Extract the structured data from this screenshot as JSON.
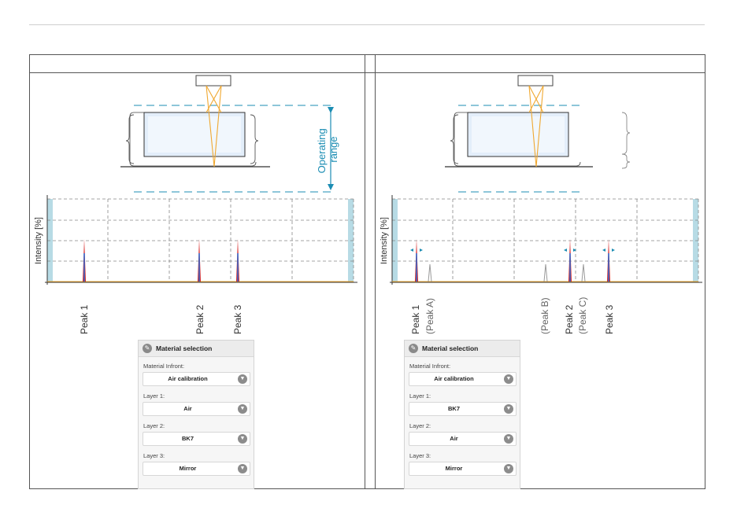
{
  "left_panel": {
    "ylabel": "Intensity [%]",
    "operating_range": [
      "Operating",
      "range"
    ],
    "peak_labels": [
      [
        "Peak 1"
      ],
      [
        "Peak 2"
      ],
      [
        "Peak 3"
      ]
    ],
    "material_selection": {
      "title": "Material selection",
      "fields": [
        {
          "label": "Material Infront:",
          "value": "Air calibration"
        },
        {
          "label": "Layer 1:",
          "value": "Air"
        },
        {
          "label": "Layer 2:",
          "value": "BK7"
        },
        {
          "label": "Layer 3:",
          "value": "Mirror"
        }
      ]
    }
  },
  "right_panel": {
    "ylabel": "Intensity [%]",
    "peak_labels": [
      [
        "Peak 1",
        "(Peak A)"
      ],
      [
        "(Peak B)"
      ],
      [
        "Peak 2",
        "(Peak C)"
      ],
      [
        "Peak 3"
      ]
    ],
    "material_selection": {
      "title": "Material selection",
      "fields": [
        {
          "label": "Material Infront:",
          "value": "Air calibration"
        },
        {
          "label": "Layer 1:",
          "value": "BK7"
        },
        {
          "label": "Layer 2:",
          "value": "Air"
        },
        {
          "label": "Layer 3:",
          "value": "Mirror"
        }
      ]
    }
  },
  "colors": {
    "accent": "#1b8db3",
    "beam": "#f0a830",
    "peak_red": "#d62020",
    "peak_blue": "#2a6ed8",
    "ghost_peak": "#999999",
    "range_band": "#b7dbe5"
  }
}
